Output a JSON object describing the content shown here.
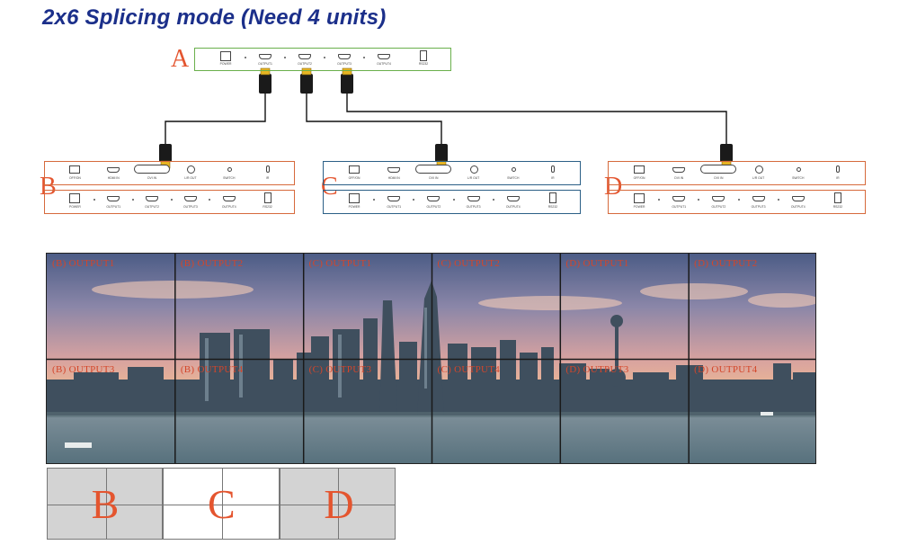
{
  "title": "2x6 Splicing mode (Need 4 units)",
  "colors": {
    "title": "#1b2f8a",
    "unit_a_border": "#6ab04c",
    "unit_b_border": "#d66a3c",
    "unit_c_border": "#2b5f86",
    "unit_d_border": "#d66a3c",
    "letter_accent": "#e4552f",
    "screen_label": "#d4462a",
    "layout_gray": "#d3d3d3"
  },
  "unit_a": {
    "letter": "A",
    "ports": [
      "POWER",
      "OUTPUT1",
      "OUTPUT2",
      "OUTPUT3",
      "OUTPUT4",
      "RS232"
    ]
  },
  "unit_b": {
    "letter": "B",
    "top_ports": [
      "OFF/ON",
      "HDMI IN",
      "DVI IN",
      "L/R OUT",
      "SWITCH",
      "IR"
    ],
    "bottom_ports": [
      "POWER",
      "OUTPUT1",
      "OUTPUT2",
      "OUTPUT3",
      "OUTPUT4",
      "RS232"
    ]
  },
  "unit_c": {
    "letter": "C",
    "top_ports": [
      "OFF/ON",
      "HDMI IN",
      "DVI IN",
      "L/R OUT",
      "SWITCH",
      "IR"
    ],
    "bottom_ports": [
      "POWER",
      "OUTPUT1",
      "OUTPUT2",
      "OUTPUT3",
      "OUTPUT4",
      "RS232"
    ]
  },
  "unit_d": {
    "letter": "D",
    "top_ports": [
      "OFF/ON",
      "DVI IN",
      "DVI IN",
      "L/R OUT",
      "SWITCH",
      "IR"
    ],
    "bottom_ports": [
      "POWER",
      "OUTPUT1",
      "OUTPUT2",
      "OUTPUT3",
      "OUTPUT4",
      "RS232"
    ]
  },
  "video_wall": {
    "rows": 2,
    "columns": 6,
    "labels": [
      "(B) OUTPUT1",
      "(B) OUTPUT2",
      "(C) OUTPUT1",
      "(C) OUTPUT2",
      "(D) OUTPUT1",
      "(D) OUTPUT2",
      "(B) OUTPUT3",
      "(B) OUTPUT4",
      "(C) OUTPUT3",
      "(C) OUTPUT4",
      "(D) OUTPUT3",
      "(D) OUTPUT4"
    ]
  },
  "layout_grid": {
    "letters": [
      "B",
      "C",
      "D"
    ],
    "shading": [
      "gray",
      "white",
      "gray"
    ]
  }
}
